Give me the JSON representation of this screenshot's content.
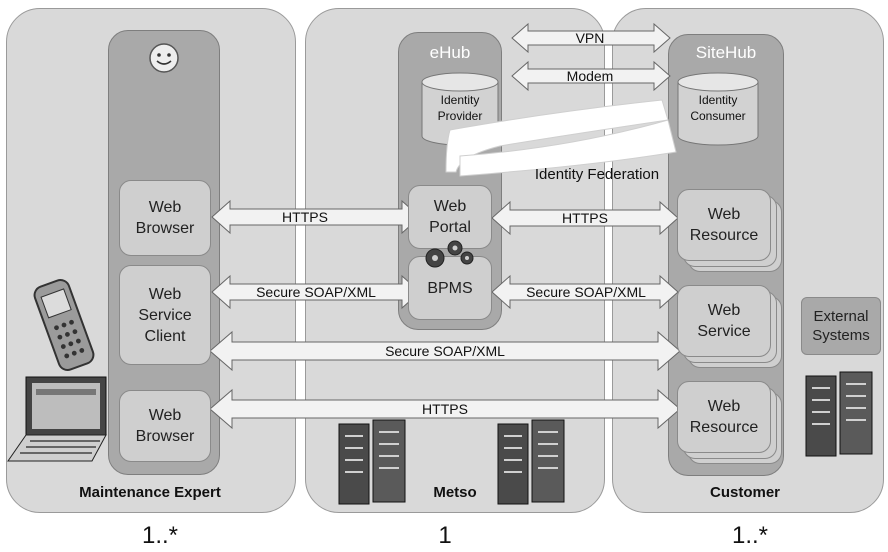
{
  "panels": {
    "maintenance": {
      "label": "Maintenance Expert",
      "multiplicity": "1..*"
    },
    "metso": {
      "label": "Metso",
      "multiplicity": "1"
    },
    "customer": {
      "label": "Customer",
      "multiplicity": "1..*"
    }
  },
  "maintenance": {
    "boxes": [
      "Web\nBrowser",
      "Web\nService\nClient",
      "Web\nBrowser"
    ]
  },
  "ehub": {
    "title": "eHub",
    "identity_provider": "Identity\nProvider",
    "web_portal": "Web\nPortal",
    "bpms": "BPMS"
  },
  "sitehub": {
    "title": "SiteHub",
    "identity_consumer": "Identity\nConsumer",
    "web_resource_top": "Web\nResource",
    "web_service": "Web\nService",
    "web_resource_bottom": "Web\nResource"
  },
  "external_systems": "External\nSystems",
  "connections": {
    "vpn": "VPN",
    "modem": "Modem",
    "identity_federation": "Identity Federation",
    "https_left": "HTTPS",
    "soap_left": "Secure SOAP/XML",
    "https_right": "HTTPS",
    "soap_right": "Secure SOAP/XML",
    "soap_long": "Secure SOAP/XML",
    "https_long": "HTTPS"
  },
  "colors": {
    "panel": "#d9d9d9",
    "column": "#a9a9a9",
    "box": "#cfcfcf"
  }
}
